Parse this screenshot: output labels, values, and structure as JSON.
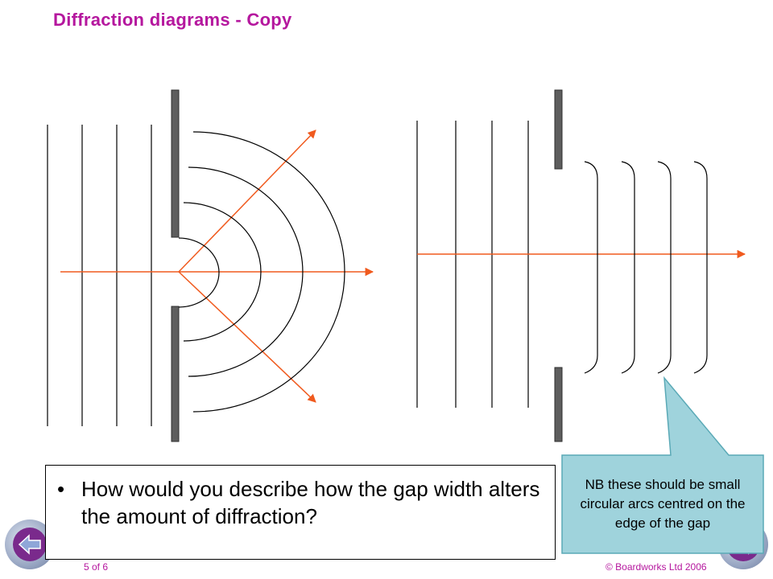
{
  "title": "Diffraction diagrams - Copy",
  "question": {
    "bullet": "•",
    "text": "How would you describe how the gap width alters the amount of diffraction?"
  },
  "callout": {
    "text": "NB these should be small circular arcs centred on the edge of the gap"
  },
  "footer": {
    "slide_number": "5 of 6",
    "copyright": "© Boardworks Ltd 2006"
  },
  "colors": {
    "title": "#b5179e",
    "ray": "#f05a1e",
    "barrier": "#5e5e5e",
    "callout_fill": "#9fd3dc",
    "callout_border": "#5aa9b6"
  },
  "icons": {
    "nav_back": "back-arrow-icon",
    "nav_forward": "forward-arrow-icon"
  }
}
